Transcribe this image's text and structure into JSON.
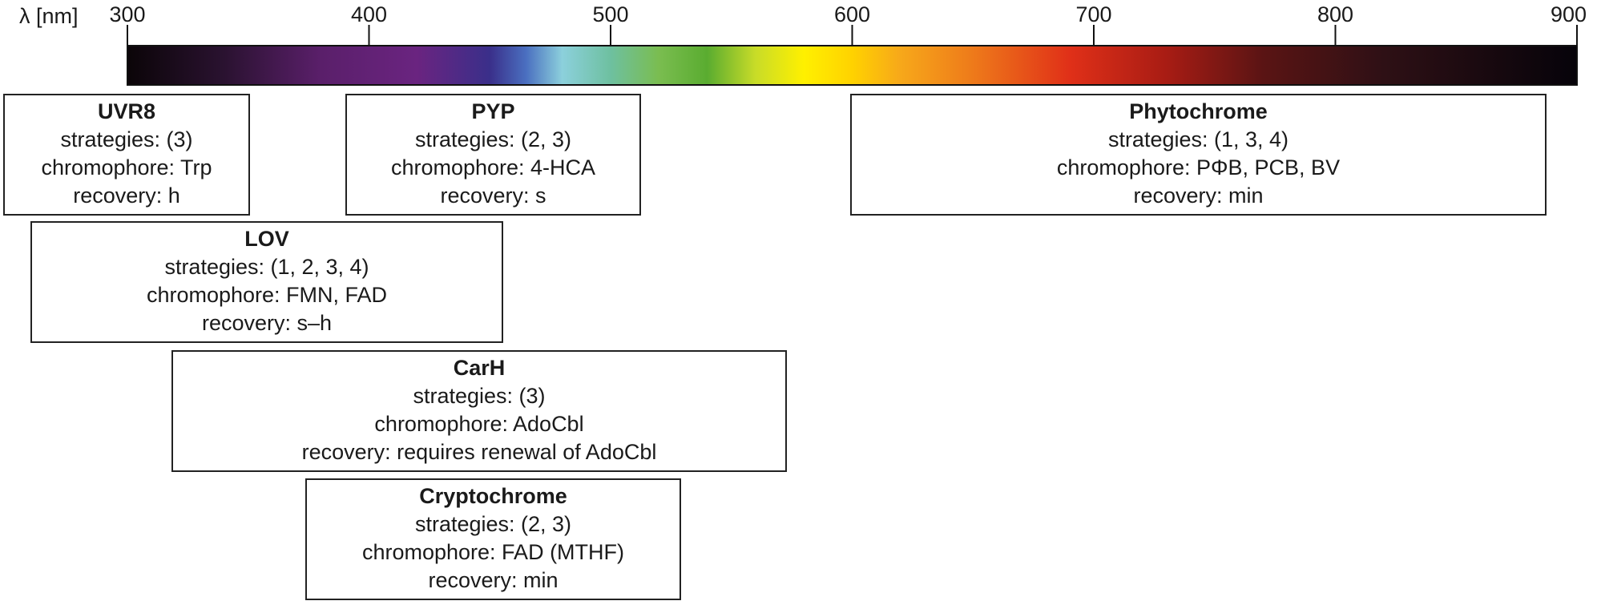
{
  "axis": {
    "label": "λ [nm]",
    "min": 300,
    "max": 900,
    "ticks": [
      300,
      400,
      500,
      600,
      700,
      800,
      900
    ],
    "tick_labels": [
      "300",
      "400",
      "500",
      "600",
      "700",
      "800",
      "900"
    ]
  },
  "spectrum": {
    "stops": [
      {
        "nm": 300,
        "color": "#0b0508"
      },
      {
        "nm": 340,
        "color": "#2a1230"
      },
      {
        "nm": 380,
        "color": "#5a1f6a"
      },
      {
        "nm": 420,
        "color": "#6a2480"
      },
      {
        "nm": 450,
        "color": "#3a2f8a"
      },
      {
        "nm": 465,
        "color": "#4a6fc0"
      },
      {
        "nm": 480,
        "color": "#8cd0dc"
      },
      {
        "nm": 500,
        "color": "#6ec0a0"
      },
      {
        "nm": 520,
        "color": "#7abd50"
      },
      {
        "nm": 540,
        "color": "#5aac30"
      },
      {
        "nm": 560,
        "color": "#c8dc28"
      },
      {
        "nm": 580,
        "color": "#fff000"
      },
      {
        "nm": 600,
        "color": "#ffd200"
      },
      {
        "nm": 620,
        "color": "#f7a81a"
      },
      {
        "nm": 650,
        "color": "#ee7a1a"
      },
      {
        "nm": 690,
        "color": "#e03018"
      },
      {
        "nm": 730,
        "color": "#a81c14"
      },
      {
        "nm": 770,
        "color": "#5a1414"
      },
      {
        "nm": 820,
        "color": "#2e1015"
      },
      {
        "nm": 900,
        "color": "#06030a"
      }
    ]
  },
  "photoreceptors": [
    {
      "id": "uvr8",
      "name": "UVR8",
      "strategies": "strategies: (3)",
      "chromophore": "chromophore: Trp",
      "recovery": "recovery: h"
    },
    {
      "id": "pyp",
      "name": "PYP",
      "strategies": "strategies: (2, 3)",
      "chromophore": "chromophore: 4-HCA",
      "recovery": "recovery: s"
    },
    {
      "id": "phytochrome",
      "name": "Phytochrome",
      "strategies": "strategies: (1, 3, 4)",
      "chromophore": "chromophore: PΦB, PCB, BV",
      "recovery": "recovery: min"
    },
    {
      "id": "lov",
      "name": "LOV",
      "strategies": "strategies: (1, 2, 3, 4)",
      "chromophore": "chromophore: FMN, FAD",
      "recovery": "recovery: s–h"
    },
    {
      "id": "carh",
      "name": "CarH",
      "strategies": "strategies: (3)",
      "chromophore": "chromophore: AdoCbl",
      "recovery": "recovery: requires renewal of AdoCbl"
    },
    {
      "id": "cryptochrome",
      "name": "Cryptochrome",
      "strategies": "strategies: (2, 3)",
      "chromophore": "chromophore: FAD (MTHF)",
      "recovery": "recovery: min"
    }
  ]
}
